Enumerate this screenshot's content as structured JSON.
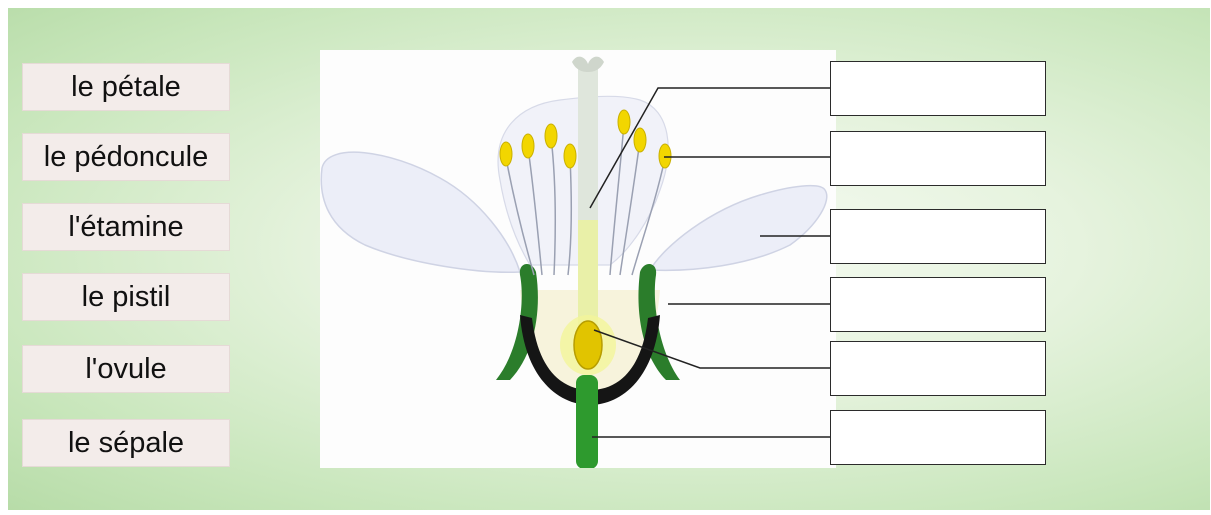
{
  "colors": {
    "background_green": "#c8e6bb",
    "card_bg": "#f3ecea",
    "stem_green": "#2e9a2e",
    "sepal_dark": "#1e5a1e",
    "anther_yellow": "#f4d800"
  },
  "word_bank": {
    "items": [
      {
        "label": "le pétale"
      },
      {
        "label": "le pédoncule"
      },
      {
        "label": "l'étamine"
      },
      {
        "label": "le pistil"
      },
      {
        "label": "l'ovule"
      },
      {
        "label": "le sépale"
      }
    ]
  },
  "answer_boxes": [
    {
      "value": ""
    },
    {
      "value": ""
    },
    {
      "value": ""
    },
    {
      "value": ""
    },
    {
      "value": ""
    },
    {
      "value": ""
    }
  ]
}
